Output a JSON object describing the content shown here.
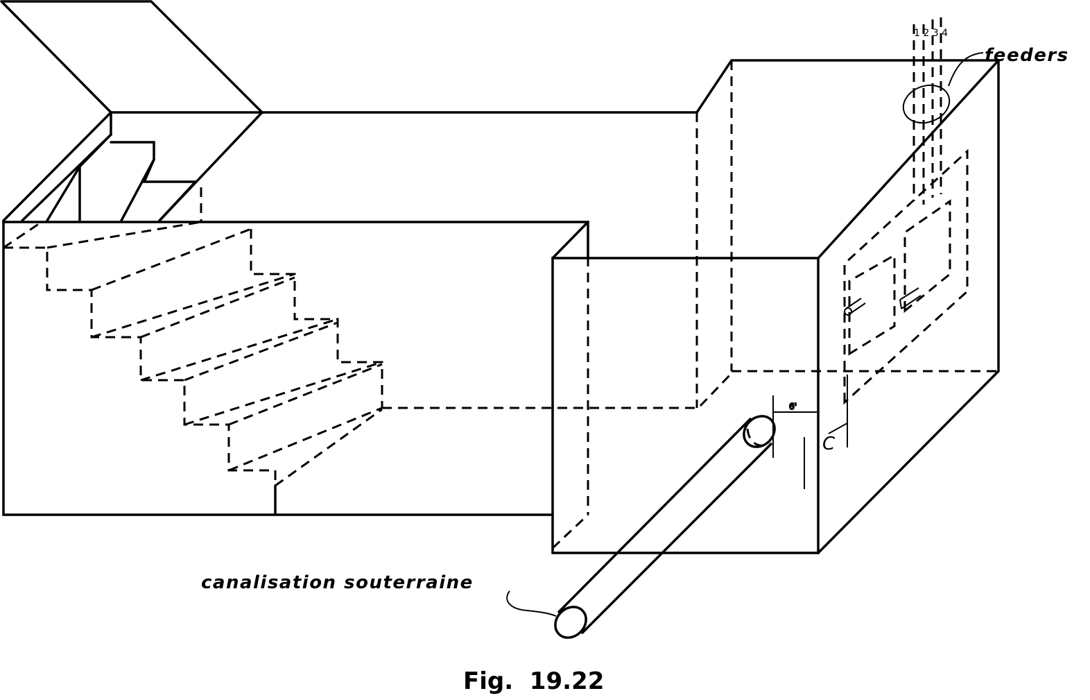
{
  "labels": {
    "feeders": "feeders",
    "underground": "canalisation souterraine",
    "dimension_c": "C",
    "dimension_small": "6'",
    "feeder_numbers": "1 2 3 4"
  },
  "caption": "Fig.  19.22"
}
